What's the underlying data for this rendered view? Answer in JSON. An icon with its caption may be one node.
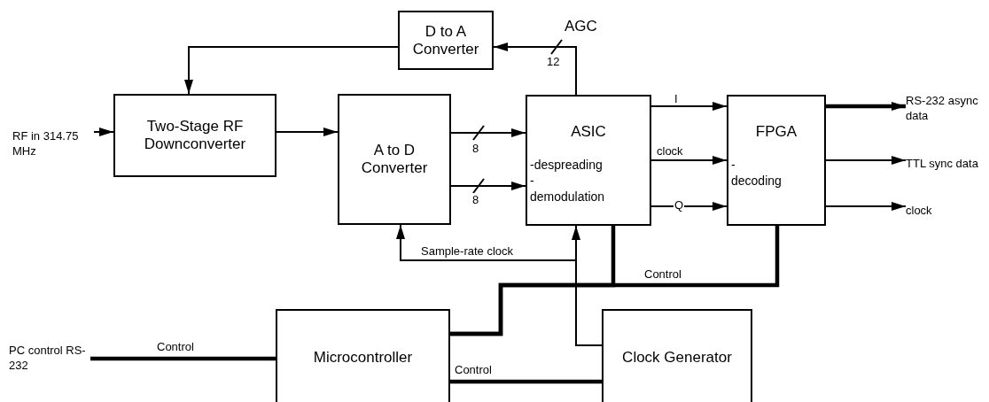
{
  "diagram": {
    "nodes": [
      {
        "text": [
          "D to A Converter"
        ]
      },
      {
        "text": [
          "RF in 314.75 MHz"
        ]
      },
      {
        "text": [
          "Two-Stage RF Downconverter"
        ]
      },
      {
        "text": [
          "A to D Converter"
        ]
      },
      {
        "text": [
          "ASIC",
          "-despreading -demodulation"
        ]
      },
      {
        "text": [
          "FPGA",
          "-decoding"
        ]
      },
      {
        "text": [
          "RS-232 async data"
        ]
      },
      {
        "text": [
          "TTL sync data"
        ]
      },
      {
        "text": [
          "clock"
        ]
      },
      {
        "text": [
          "PC control RS-232"
        ]
      },
      {
        "text": [
          "Microcontroller"
        ]
      },
      {
        "text": [
          "Clock Generator"
        ]
      }
    ],
    "edges": [
      {
        "from": 1,
        "to": 2,
        "arrow": "to"
      },
      {
        "from": 2,
        "to": 3,
        "arrow": "to"
      },
      {
        "from": 3,
        "to": 4,
        "arrow": "to",
        "label": "8"
      },
      {
        "from": 3,
        "to": 4,
        "arrow": "to",
        "label": "8"
      },
      {
        "from": 4,
        "to": 0,
        "arrow": "to",
        "label": "AGC"
      },
      {
        "from": 0,
        "to": 2,
        "arrow": "to"
      },
      {
        "from": 4,
        "to": 5,
        "arrow": "to",
        "label": "I"
      },
      {
        "from": 4,
        "to": 5,
        "arrow": "to",
        "label": "clock"
      },
      {
        "from": 4,
        "to": 5,
        "arrow": "to",
        "label": "Q"
      },
      {
        "from": 5,
        "to": 6,
        "arrow": "to",
        "style": "thick"
      },
      {
        "from": 5,
        "to": 7,
        "arrow": "to"
      },
      {
        "from": 5,
        "to": 8,
        "arrow": "to"
      },
      {
        "from": 11,
        "to": 3,
        "arrow": "to",
        "label": "Sample-rate clock"
      },
      {
        "from": 11,
        "to": 4,
        "arrow": "to"
      },
      {
        "from": 10,
        "to": 4,
        "arrow": "none",
        "style": "thick"
      },
      {
        "from": 10,
        "to": 5,
        "arrow": "none",
        "style": "thick",
        "label": "Control"
      },
      {
        "from": 9,
        "to": 10,
        "arrow": "none",
        "style": "thick",
        "label": "Control"
      },
      {
        "from": 10,
        "to": 11,
        "arrow": "none",
        "style": "thick",
        "label": "Control"
      }
    ],
    "labels": [
      "12"
    ]
  }
}
